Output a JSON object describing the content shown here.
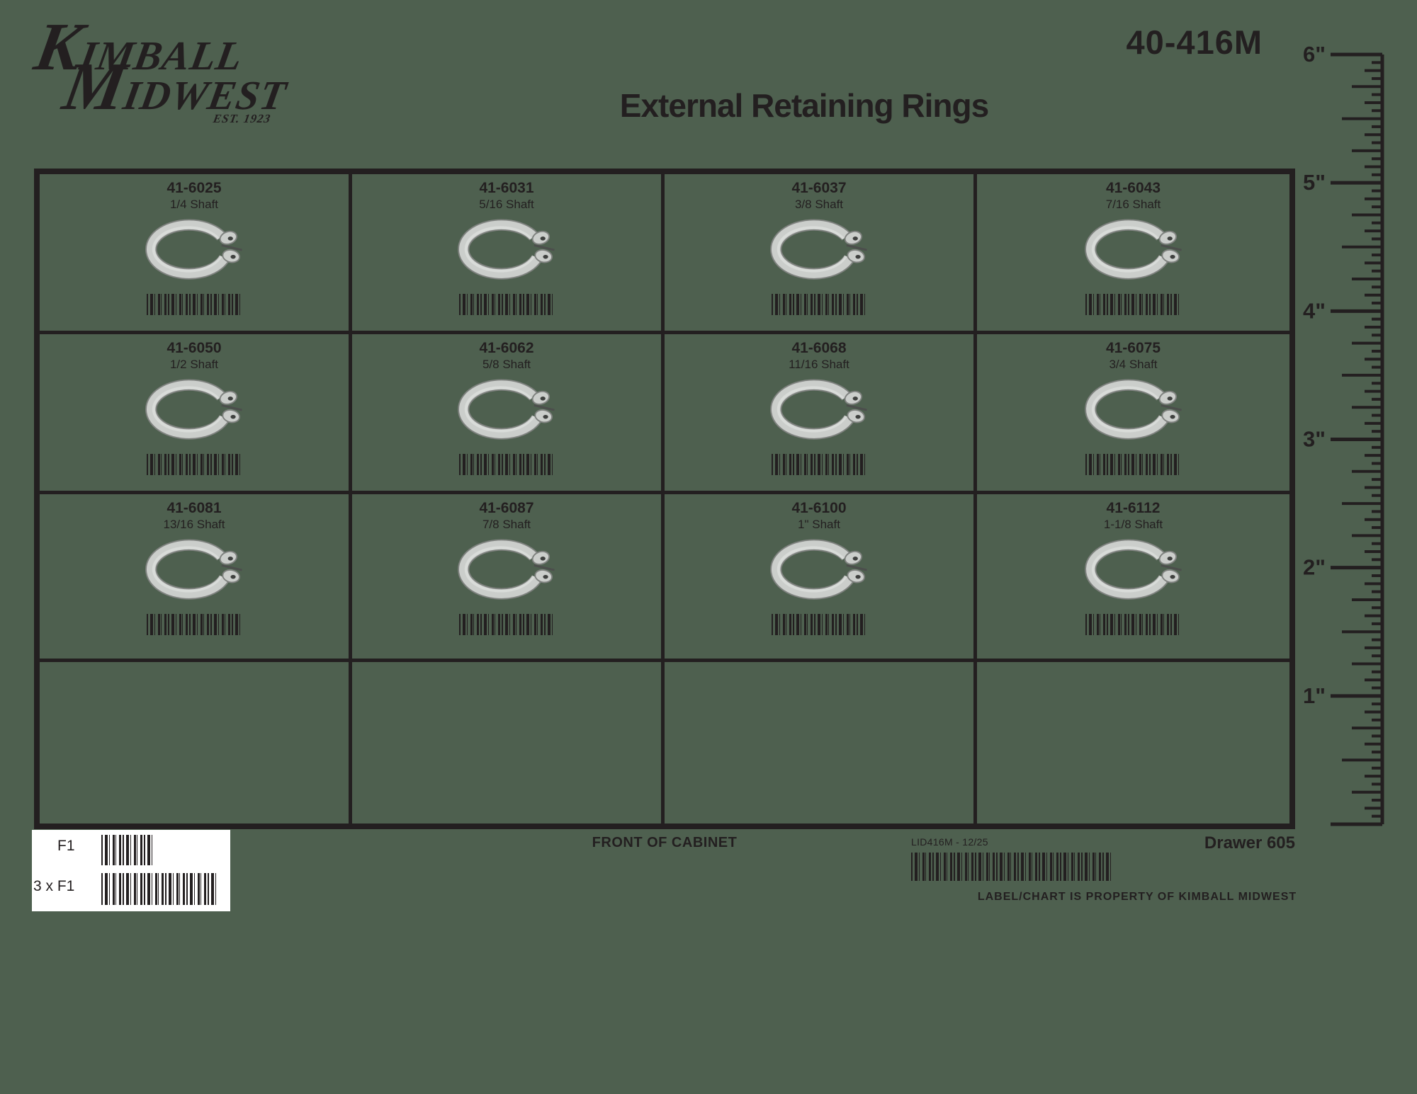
{
  "logo": {
    "k": "K",
    "imball": "IMBALL",
    "m": "M",
    "idwest": "IDWEST",
    "est": "EST. 1923"
  },
  "header": {
    "title": "External Retaining Rings",
    "part_number": "40-416M"
  },
  "grid": {
    "cells": [
      {
        "part": "41-6025",
        "shaft": "1/4 Shaft"
      },
      {
        "part": "41-6031",
        "shaft": "5/16 Shaft"
      },
      {
        "part": "41-6037",
        "shaft": "3/8 Shaft"
      },
      {
        "part": "41-6043",
        "shaft": "7/16 Shaft"
      },
      {
        "part": "41-6050",
        "shaft": "1/2 Shaft"
      },
      {
        "part": "41-6062",
        "shaft": "5/8 Shaft"
      },
      {
        "part": "41-6068",
        "shaft": "11/16 Shaft"
      },
      {
        "part": "41-6075",
        "shaft": "3/4 Shaft"
      },
      {
        "part": "41-6081",
        "shaft": "13/16 Shaft"
      },
      {
        "part": "41-6087",
        "shaft": "7/8 Shaft"
      },
      {
        "part": "41-6100",
        "shaft": "1\" Shaft"
      },
      {
        "part": "41-6112",
        "shaft": "1-1/8 Shaft"
      }
    ]
  },
  "ruler": {
    "labels": [
      "6\"",
      "5\"",
      "4\"",
      "3\"",
      "2\"",
      "1\""
    ]
  },
  "footer": {
    "front_of_cabinet": "FRONT OF CABINET",
    "lid_code": "LID416M - 12/25",
    "drawer": "Drawer 605",
    "property": "LABEL/CHART IS PROPERTY OF KIMBALL MIDWEST",
    "f1_label": "F1",
    "f1_qty_label": "3 x F1"
  },
  "colors": {
    "background": "#4e604f",
    "ink": "#231f20",
    "ring_light": "#cbcecb",
    "ring_shadow": "#7f827f",
    "barcode_box": "#ffffff"
  }
}
